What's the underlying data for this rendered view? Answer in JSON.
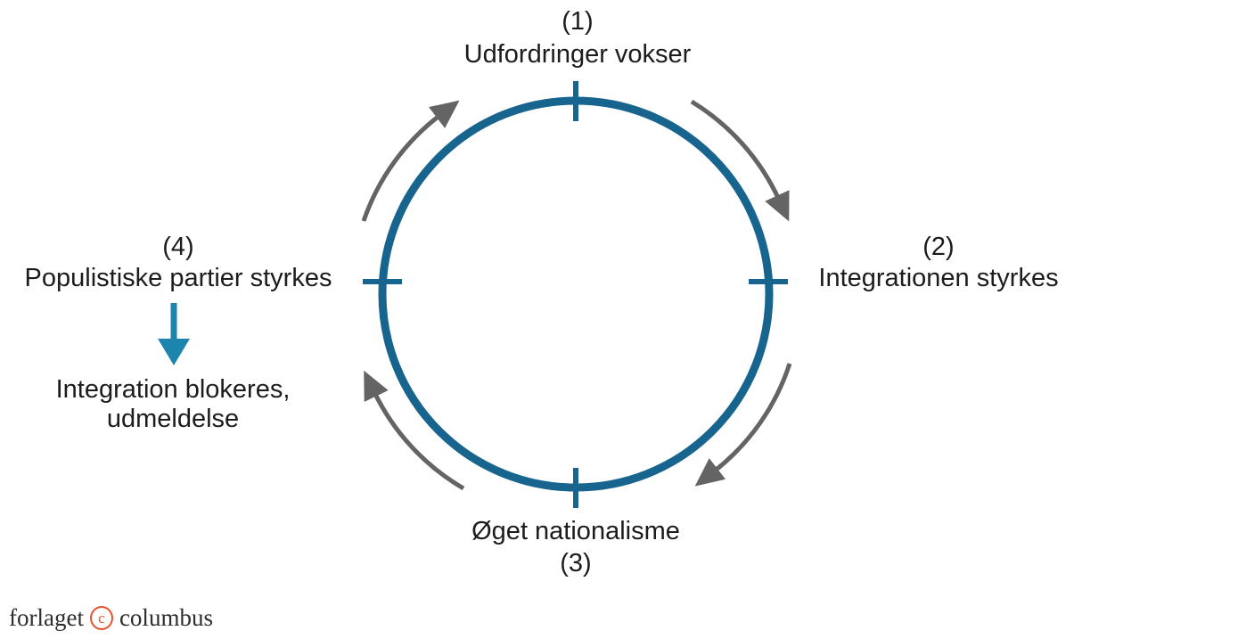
{
  "diagram": {
    "type": "cycle",
    "flow_direction": "clockwise",
    "nodes": [
      {
        "number": "(1)",
        "label": "Udfordringer vokser",
        "position": "top"
      },
      {
        "number": "(2)",
        "label": "Integrationen styrkes",
        "position": "right"
      },
      {
        "number": "(3)",
        "label": "Øget nationalisme",
        "position": "bottom"
      },
      {
        "number": "(4)",
        "label": "Populistiske partier styrkes",
        "position": "left"
      }
    ],
    "exit": {
      "from_node": "(4)",
      "line1": "Integration blokeres,",
      "line2": "udmeldelse"
    },
    "colors": {
      "circle_stroke": "#17648f",
      "exit_arrow": "#1c85ad",
      "flow_arrows": "#646464",
      "text": "#1c1c1c",
      "copyright_accent": "#e8502f"
    }
  },
  "footer": {
    "prefix": "forlaget",
    "copyright_letter": "c",
    "suffix": "columbus"
  }
}
